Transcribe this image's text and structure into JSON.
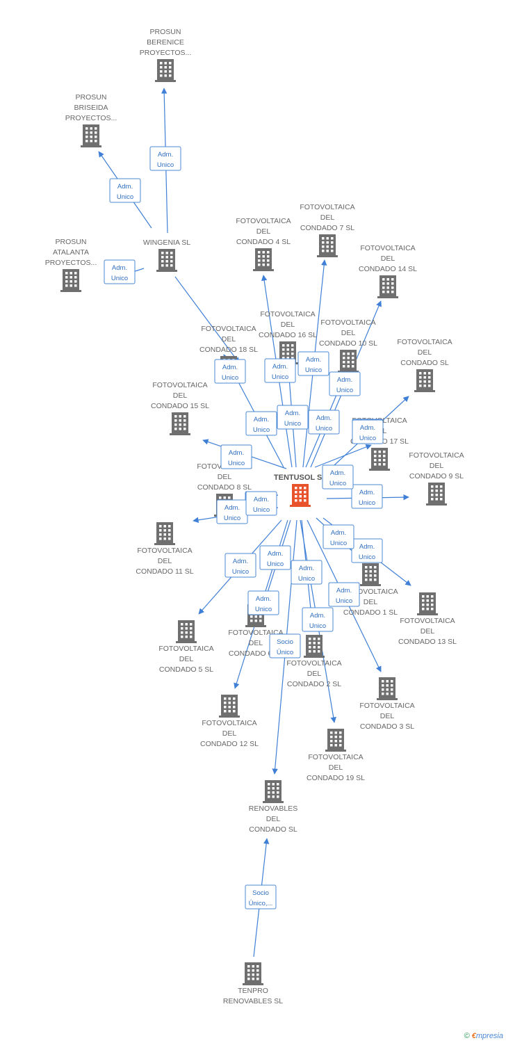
{
  "colors": {
    "edge": "#3f7fd6",
    "building": "#6f6f6f",
    "center_building": "#e8532b"
  },
  "center": "tentusol",
  "nodes": [
    {
      "id": "tentusol",
      "lines": [
        "TENTUSOL SL"
      ],
      "icon": "building-icon"
    },
    {
      "id": "renovables",
      "lines": [
        "RENOVABLES",
        "DEL",
        "CONDADO SL"
      ],
      "icon": "building-icon"
    },
    {
      "id": "tenpro",
      "lines": [
        "TENPRO",
        "RENOVABLES SL"
      ],
      "icon": "building-icon"
    },
    {
      "id": "wingenia",
      "lines": [
        "WINGENIA SL"
      ],
      "icon": "building-icon"
    },
    {
      "id": "berenice",
      "lines": [
        "PROSUN",
        "BERENICE",
        "PROYECTOS..."
      ],
      "icon": "building-icon"
    },
    {
      "id": "briseida",
      "lines": [
        "PROSUN",
        "BRISEIDA",
        "PROYECTOS..."
      ],
      "icon": "building-icon"
    },
    {
      "id": "atalanta",
      "lines": [
        "PROSUN",
        "ATALANTA",
        "PROYECTOS..."
      ],
      "icon": "building-icon"
    },
    {
      "id": "c4",
      "lines": [
        "FOTOVOLTAICA",
        "DEL",
        "CONDADO 4 SL"
      ],
      "icon": "building-icon"
    },
    {
      "id": "c7",
      "lines": [
        "FOTOVOLTAICA",
        "DEL",
        "CONDADO 7 SL"
      ],
      "icon": "building-icon"
    },
    {
      "id": "c14",
      "lines": [
        "FOTOVOLTAICA",
        "DEL",
        "CONDADO 14 SL"
      ],
      "icon": "building-icon"
    },
    {
      "id": "c16",
      "lines": [
        "FOTOVOLTAICA",
        "DEL",
        "CONDADO 16 SL"
      ],
      "icon": "building-icon"
    },
    {
      "id": "c10",
      "lines": [
        "FOTOVOLTAICA",
        "DEL",
        "CONDADO 10 SL"
      ],
      "icon": "building-icon"
    },
    {
      "id": "c18",
      "lines": [
        "FOTOVOLTAICA",
        "DEL",
        "CONDADO 18 SL"
      ],
      "icon": "building-icon"
    },
    {
      "id": "csl",
      "lines": [
        "FOTOVOLTAICA",
        "DEL",
        "CONDADO SL"
      ],
      "icon": "building-icon"
    },
    {
      "id": "c15",
      "lines": [
        "FOTOVOLTAICA",
        "DEL",
        "CONDADO 15 SL"
      ],
      "icon": "building-icon"
    },
    {
      "id": "c17",
      "lines": [
        "FOTOVOLTAICA",
        "DEL",
        "CONDADO 17 SL"
      ],
      "icon": "building-icon"
    },
    {
      "id": "c8",
      "lines": [
        "FOTOVOLTAICA",
        "DEL",
        "CONDADO 8 SL"
      ],
      "icon": "building-icon"
    },
    {
      "id": "c9",
      "lines": [
        "FOTOVOLTAICA",
        "DEL",
        "CONDADO 9 SL"
      ],
      "icon": "building-icon"
    },
    {
      "id": "c11",
      "lines": [
        "FOTOVOLTAICA",
        "DEL",
        "CONDADO 11 SL"
      ],
      "icon": "building-icon"
    },
    {
      "id": "c1",
      "lines": [
        "FOTOVOLTAICA",
        "DEL",
        "CONDADO 1 SL"
      ],
      "icon": "building-icon"
    },
    {
      "id": "c13",
      "lines": [
        "FOTOVOLTAICA",
        "DEL",
        "CONDADO 13 SL"
      ],
      "icon": "building-icon"
    },
    {
      "id": "c5",
      "lines": [
        "FOTOVOLTAICA",
        "DEL",
        "CONDADO 5 SL"
      ],
      "icon": "building-icon"
    },
    {
      "id": "c6",
      "lines": [
        "FOTOVOLTAICA",
        "DEL",
        "CONDADO 6 SL"
      ],
      "icon": "building-icon"
    },
    {
      "id": "c2",
      "lines": [
        "FOTOVOLTAICA",
        "DEL",
        "CONDADO 2 SL"
      ],
      "icon": "building-icon"
    },
    {
      "id": "c3",
      "lines": [
        "FOTOVOLTAICA",
        "DEL",
        "CONDADO 3 SL"
      ],
      "icon": "building-icon"
    },
    {
      "id": "c12",
      "lines": [
        "FOTOVOLTAICA",
        "DEL",
        "CONDADO 12 SL"
      ],
      "icon": "building-icon"
    },
    {
      "id": "c19",
      "lines": [
        "FOTOVOLTAICA",
        "DEL",
        "CONDADO 19 SL"
      ],
      "icon": "building-icon"
    }
  ],
  "edges": [
    {
      "from": "wingenia",
      "to": "berenice",
      "role": [
        "Adm.",
        "Unico"
      ]
    },
    {
      "from": "wingenia",
      "to": "briseida",
      "role": [
        "Adm.",
        "Unico"
      ]
    },
    {
      "from": "wingenia",
      "to": "atalanta",
      "role": [
        "Adm.",
        "Unico"
      ]
    },
    {
      "from": "wingenia",
      "to": "tentusol",
      "role": []
    },
    {
      "from": "tentusol",
      "to": "c18",
      "role": [
        "Adm.",
        "Unico"
      ]
    },
    {
      "from": "tentusol",
      "to": "c4",
      "role": [
        "Adm.",
        "Unico"
      ]
    },
    {
      "from": "tentusol",
      "to": "c16",
      "role": [
        "Adm.",
        "Unico"
      ]
    },
    {
      "from": "tentusol",
      "to": "c7",
      "role": [
        "Adm.",
        "Unico"
      ]
    },
    {
      "from": "tentusol",
      "to": "c14",
      "role": [
        "Adm.",
        "Unico"
      ]
    },
    {
      "from": "tentusol",
      "to": "c10",
      "role": [
        "Adm.",
        "Unico"
      ]
    },
    {
      "from": "tentusol",
      "to": "csl",
      "role": [
        "Adm.",
        "Unico"
      ]
    },
    {
      "from": "tentusol",
      "to": "c15",
      "role": [
        "Adm.",
        "Unico"
      ]
    },
    {
      "from": "tentusol",
      "to": "c17",
      "role": [
        "Adm.",
        "Unico"
      ]
    },
    {
      "from": "tentusol",
      "to": "c8",
      "role": [
        "Adm.",
        "Unico"
      ]
    },
    {
      "from": "tentusol",
      "to": "c9",
      "role": [
        "Adm.",
        "Unico"
      ]
    },
    {
      "from": "tentusol",
      "to": "c11",
      "role": [
        "Adm.",
        "Unico"
      ]
    },
    {
      "from": "tentusol",
      "to": "c1",
      "role": [
        "Adm.",
        "Unico"
      ]
    },
    {
      "from": "tentusol",
      "to": "c13",
      "role": [
        "Adm.",
        "Unico"
      ]
    },
    {
      "from": "tentusol",
      "to": "c5",
      "role": [
        "Adm.",
        "Unico"
      ]
    },
    {
      "from": "tentusol",
      "to": "c6",
      "role": [
        "Adm.",
        "Unico"
      ]
    },
    {
      "from": "tentusol",
      "to": "c2",
      "role": [
        "Adm.",
        "Unico"
      ]
    },
    {
      "from": "tentusol",
      "to": "c3",
      "role": [
        "Adm.",
        "Unico"
      ]
    },
    {
      "from": "tentusol",
      "to": "c12",
      "role": [
        "Adm.",
        "Unico"
      ]
    },
    {
      "from": "tentusol",
      "to": "c19",
      "role": [
        "Adm.",
        "Unico"
      ]
    },
    {
      "from": "tentusol",
      "to": "renovables",
      "role": [
        "Socio",
        "Único"
      ]
    },
    {
      "from": "tenpro",
      "to": "renovables",
      "role": [
        "Socio",
        "Único,..."
      ]
    }
  ],
  "footer": {
    "copyright": "©",
    "brand_initial": "€",
    "brand_rest": "mpresia"
  }
}
